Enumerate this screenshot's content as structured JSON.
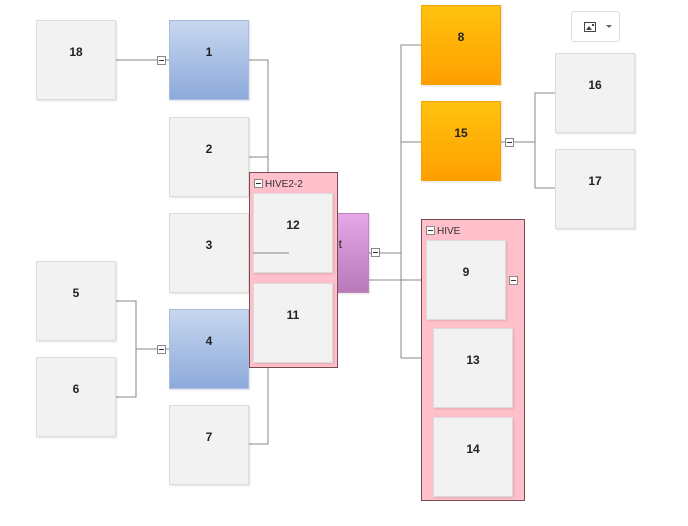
{
  "diagram": {
    "nodes": [
      {
        "id": "n18",
        "label": "18"
      },
      {
        "id": "n1",
        "label": "1"
      },
      {
        "id": "n2",
        "label": "2"
      },
      {
        "id": "n3",
        "label": "3"
      },
      {
        "id": "n5",
        "label": "5"
      },
      {
        "id": "n4",
        "label": "4"
      },
      {
        "id": "n6",
        "label": "6"
      },
      {
        "id": "n7",
        "label": "7"
      },
      {
        "id": "nc",
        "label": "t"
      },
      {
        "id": "n12",
        "label": "12"
      },
      {
        "id": "n11",
        "label": "11"
      },
      {
        "id": "n8",
        "label": "8"
      },
      {
        "id": "n15",
        "label": "15"
      },
      {
        "id": "n16",
        "label": "16"
      },
      {
        "id": "n17",
        "label": "17"
      },
      {
        "id": "n9",
        "label": "9"
      },
      {
        "id": "n13",
        "label": "13"
      },
      {
        "id": "n14",
        "label": "14"
      }
    ],
    "groups": [
      {
        "id": "hive22",
        "label": "HIVE2-2",
        "members": [
          "n12",
          "n11"
        ]
      },
      {
        "id": "hive",
        "label": "HIVE",
        "members": [
          "n9",
          "n13",
          "n14"
        ]
      }
    ],
    "edges": [
      [
        "n1",
        "n18"
      ],
      [
        "nc",
        "n1"
      ],
      [
        "nc",
        "n2"
      ],
      [
        "nc",
        "n3"
      ],
      [
        "nc",
        "n4"
      ],
      [
        "nc",
        "n7"
      ],
      [
        "n4",
        "n5"
      ],
      [
        "n4",
        "n6"
      ],
      [
        "nc",
        "n8"
      ],
      [
        "nc",
        "n15"
      ],
      [
        "nc",
        "n9"
      ],
      [
        "nc",
        "n13"
      ],
      [
        "n15",
        "n16"
      ],
      [
        "n15",
        "n17"
      ]
    ],
    "colors": {
      "default_fill": "#f2f2f2",
      "blue_fill": "#a9bfe4",
      "orange_fill": "#ffb000",
      "purple_fill": "#d08fd2",
      "group_fill": "#ffc0cb",
      "edge": "#888888"
    }
  },
  "toolbar": {
    "icon": "image-export-icon",
    "caret_icon": "chevron-down-icon"
  }
}
